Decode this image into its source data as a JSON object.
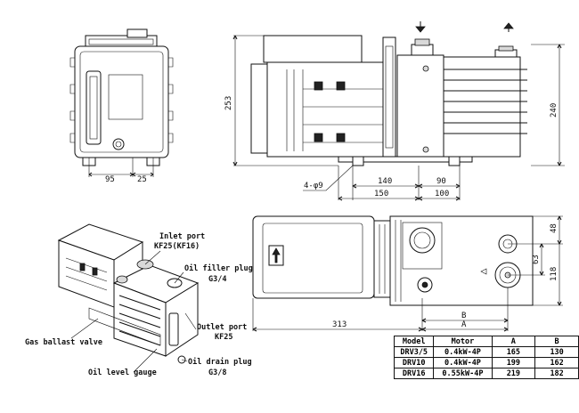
{
  "front_view": {
    "dim_width": "95",
    "dim_offset": "25"
  },
  "side_view": {
    "dim_total_height": "253",
    "dim_pump_height": "240",
    "dim_foot_140": "140",
    "dim_foot_90": "90",
    "dim_150": "150",
    "dim_100": "100",
    "hole_label": "4-φ9"
  },
  "top_view": {
    "dim_313": "313",
    "dim_A": "A",
    "dim_B": "B",
    "dim_48": "48",
    "dim_63": "63",
    "dim_118": "118"
  },
  "callouts": {
    "inlet_port": "Inlet port",
    "inlet_spec": "KF25(KF16)",
    "oil_filler_plug": "Oil filler plug",
    "oil_filler_spec": "G3/4",
    "outlet_port": "Outlet port",
    "outlet_spec": "KF25",
    "gas_ballast_valve": "Gas ballast valve",
    "oil_drain_plug": "Oil drain plug",
    "oil_drain_spec": "G3/8",
    "oil_level_gauge": "Oil level gauge"
  },
  "spec_table": {
    "headers": [
      "Model",
      "Motor",
      "A",
      "B"
    ],
    "rows": [
      [
        "DRV3/5",
        "0.4kW-4P",
        "165",
        "130"
      ],
      [
        "DRV10",
        "0.4kW-4P",
        "199",
        "162"
      ],
      [
        "DRV16",
        "0.55kW-4P",
        "219",
        "182"
      ]
    ]
  }
}
